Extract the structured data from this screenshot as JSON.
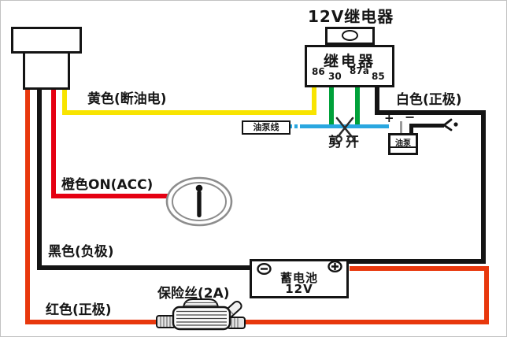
{
  "title": "12V继电器",
  "relay": {
    "label": "继电器",
    "pins": [
      "86",
      "30",
      "87a",
      "85"
    ]
  },
  "labels": {
    "yellow": "黄色(断油电)",
    "white": "白色(正极)",
    "orange": "橙色ON(ACC)",
    "black": "黑色(负极)",
    "red": "红色(正极)",
    "fuse": "保险丝(2A)",
    "cut": "剪开",
    "pump_line": "油泵线",
    "pump": "油泵",
    "battery_name": "蓄电池",
    "battery_voltage": "12V",
    "pump_plus": "+",
    "pump_minus": "−"
  },
  "icons": {
    "battery_minus": "⊖",
    "battery_plus": "⊕",
    "scissors": "cut-here-scissors",
    "ignition": "ignition-key-switch",
    "fuse": "inline-fuse-holder",
    "relay_mount_hole": "ellipse-hole",
    "ground_dot": "wire-end-dot"
  },
  "colors": {
    "yellow_wire": "#f8e400",
    "green_wire": "#00a13a",
    "blue_pump_wire": "#2aa7e0",
    "red_positive_wire": "#e8380d",
    "orange_acc_wire": "#e50012",
    "black_negative_wire": "#141414",
    "white_positive_drawn": "#141414"
  }
}
